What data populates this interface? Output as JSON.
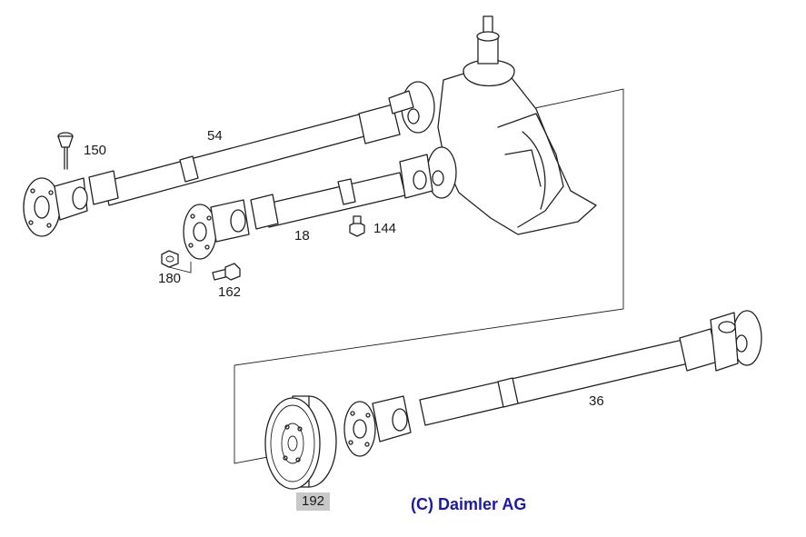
{
  "callouts": {
    "c54": "54",
    "c150": "150",
    "c18": "18",
    "c144": "144",
    "c180": "180",
    "c162": "162",
    "c36": "36",
    "c192": "192"
  },
  "copyright": "(C) Daimler AG",
  "colors": {
    "copyright": "#1a1aa8",
    "linework": "#222222",
    "callout_highlight": "#c8c8c8"
  }
}
